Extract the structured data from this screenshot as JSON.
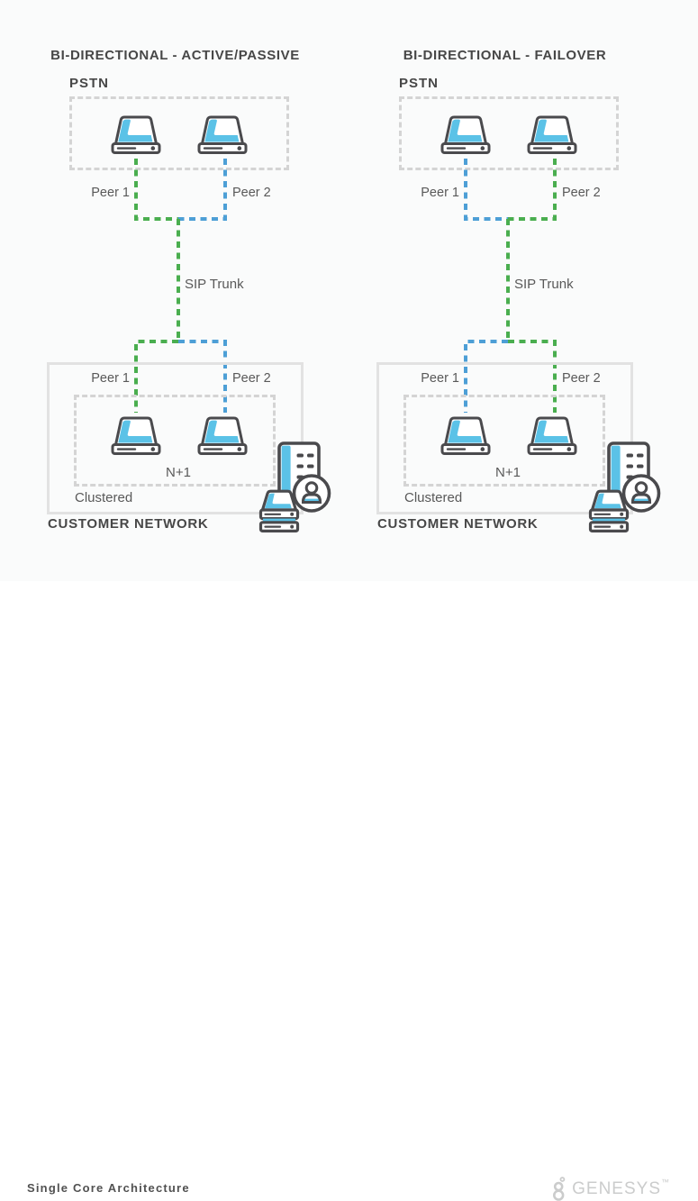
{
  "colors": {
    "green": "#4aae4f",
    "blue": "#4d9fd6",
    "icon_blue": "#5bc2e7",
    "outline": "#4a4a4d",
    "dashed_border": "#d4d4d4",
    "solid_border": "#e2e2e2",
    "heading_text": "#474747",
    "label_text": "#595959",
    "caption_text": "#515151",
    "logo_gray": "#cbcccc",
    "canvas_bg": "#fafbfb",
    "footer_bg": "#ffffff"
  },
  "icons": {
    "gateway": "hard-drive-icon",
    "premise": "building-servers-user-icon",
    "logo_mark": "genesys-dots-icon"
  },
  "diagrams": [
    {
      "title": "BI-DIRECTIONAL - ACTIVE/PASSIVE",
      "pstn_label": "PSTN",
      "peer1_top_label": "Peer 1",
      "peer2_top_label": "Peer 2",
      "sip_trunk_label": "SIP Trunk",
      "peer1_bottom_label": "Peer 1",
      "peer2_bottom_label": "Peer 2",
      "n_plus_1_label": "N+1",
      "clustered_label": "Clustered",
      "customer_network_label": "CUSTOMER NETWORK",
      "peer1_color": "green",
      "peer2_color": "blue"
    },
    {
      "title": "BI-DIRECTIONAL - FAILOVER",
      "pstn_label": "PSTN",
      "peer1_top_label": "Peer 1",
      "peer2_top_label": "Peer 2",
      "sip_trunk_label": "SIP Trunk",
      "peer1_bottom_label": "Peer 1",
      "peer2_bottom_label": "Peer 2",
      "n_plus_1_label": "N+1",
      "clustered_label": "Clustered",
      "customer_network_label": "CUSTOMER NETWORK",
      "peer1_color": "blue",
      "peer2_color": "green"
    }
  ],
  "footer": {
    "caption": "Single Core Architecture",
    "logo_text": "GENESYS",
    "logo_trademark": "™"
  }
}
